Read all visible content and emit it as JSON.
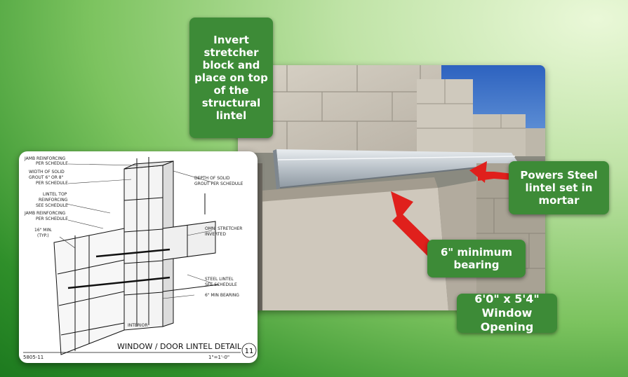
{
  "callouts": {
    "invert": "Invert stretcher block and place on top of the structural lintel",
    "powers": "Powers Steel lintel set in mortar",
    "bearing": "6\" minimum bearing",
    "opening": "6'0\" x 5'4\" Window Opening"
  },
  "drawing": {
    "labels": {
      "jamb_reinf": [
        "JAMB REINFORCING",
        "PER SCHEDULE"
      ],
      "width_grout": [
        "WIDTH OF SOLID",
        "GROUT 6\" OR 8\"",
        "PER SCHEDULE"
      ],
      "lintel_top": [
        "LINTEL TOP",
        "REINFORCING",
        "SEE SCHEDULE"
      ],
      "jamb_reinf2": [
        "JAMB REINFORCING",
        "PER SCHEDULE"
      ],
      "min_16": [
        "16\" MIN.",
        "(TYP.)"
      ],
      "depth_grout": [
        "DEPTH OF SOLID",
        "GROUT PER SCHEDULE"
      ],
      "omni": [
        "OMNI STRETCHER",
        "INVERTED"
      ],
      "steel_lintel": [
        "STEEL LINTEL",
        "SEE SCHEDULE"
      ],
      "min_bearing": "6\" MIN BEARING",
      "interior": "INTERIOR"
    },
    "title": "WINDOW / DOOR LINTEL DETAIL",
    "scale": "1\"=1'-0\"",
    "code": "5805-11",
    "number": "11"
  },
  "colors": {
    "callout_bg": "#3d8b37",
    "arrow": "#e0201c",
    "sky": "#3b73c8"
  }
}
